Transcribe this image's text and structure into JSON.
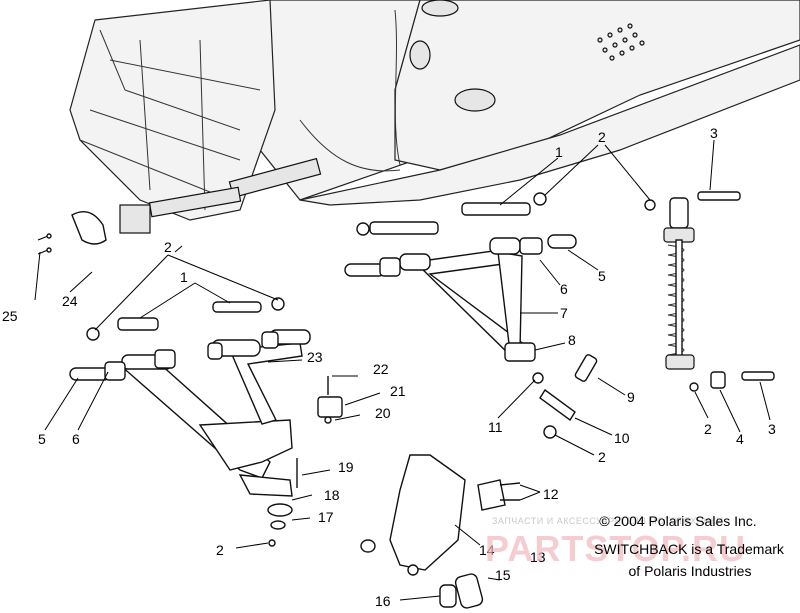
{
  "callouts": {
    "c1a": "1",
    "c1b": "1",
    "c2a": "2",
    "c2b": "2",
    "c2c": "2",
    "c2d": "2",
    "c2e": "2",
    "c3a": "3",
    "c3b": "3",
    "c4": "4",
    "c5a": "5",
    "c5b": "5",
    "c6a": "6",
    "c6b": "6",
    "c7": "7",
    "c8": "8",
    "c9": "9",
    "c10": "10",
    "c11": "11",
    "c12": "12",
    "c13": "13",
    "c14": "14",
    "c15": "15",
    "c16": "16",
    "c17": "17",
    "c18": "18",
    "c19": "19",
    "c20": "20",
    "c21": "21",
    "c22": "22",
    "c23": "23",
    "c24": "24",
    "c25": "25"
  },
  "copyright": {
    "line1": "© 2004 Polaris Sales Inc.",
    "line2": "SWITCHBACK is a Trademark",
    "line3": "of Polaris Industries"
  },
  "watermark": {
    "text": "PARTSTOP.RU",
    "subtext": "ЗАПЧАСТИ И АКСЕССУАРЫ ДЛЯ МОТОТЕХНИКИ"
  }
}
